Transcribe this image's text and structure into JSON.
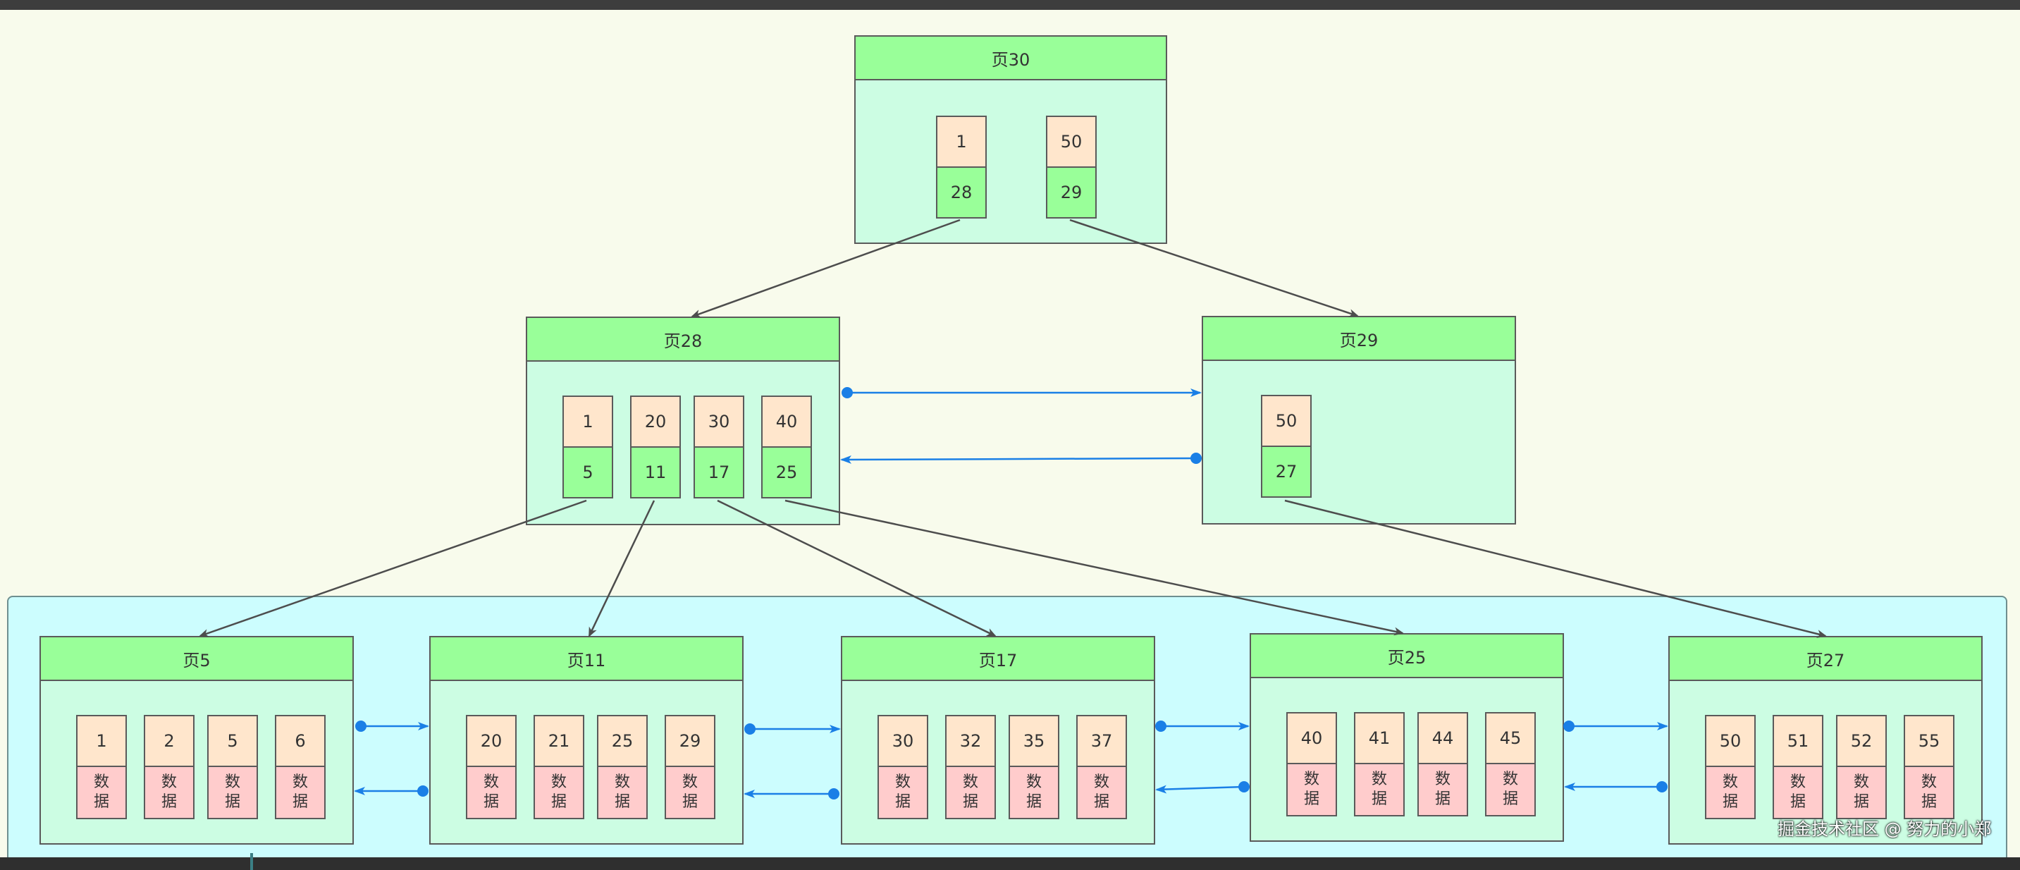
{
  "pages": {
    "p30": {
      "title": "页30",
      "entries": [
        {
          "key": "1",
          "ptr": "28"
        },
        {
          "key": "50",
          "ptr": "29"
        }
      ]
    },
    "p28": {
      "title": "页28",
      "entries": [
        {
          "key": "1",
          "ptr": "5"
        },
        {
          "key": "20",
          "ptr": "11"
        },
        {
          "key": "30",
          "ptr": "17"
        },
        {
          "key": "40",
          "ptr": "25"
        }
      ]
    },
    "p29": {
      "title": "页29",
      "entries": [
        {
          "key": "50",
          "ptr": "27"
        }
      ]
    },
    "p5": {
      "title": "页5",
      "records": [
        {
          "key": "1",
          "data": "数据"
        },
        {
          "key": "2",
          "data": "数据"
        },
        {
          "key": "5",
          "data": "数据"
        },
        {
          "key": "6",
          "data": "数据"
        }
      ]
    },
    "p11": {
      "title": "页11",
      "records": [
        {
          "key": "20",
          "data": "数据"
        },
        {
          "key": "21",
          "data": "数据"
        },
        {
          "key": "25",
          "data": "数据"
        },
        {
          "key": "29",
          "data": "数据"
        }
      ]
    },
    "p17": {
      "title": "页17",
      "records": [
        {
          "key": "30",
          "data": "数据"
        },
        {
          "key": "32",
          "data": "数据"
        },
        {
          "key": "35",
          "data": "数据"
        },
        {
          "key": "37",
          "data": "数据"
        }
      ]
    },
    "p25": {
      "title": "页25",
      "records": [
        {
          "key": "40",
          "data": "数据"
        },
        {
          "key": "41",
          "data": "数据"
        },
        {
          "key": "44",
          "data": "数据"
        },
        {
          "key": "45",
          "data": "数据"
        }
      ]
    },
    "p27": {
      "title": "页27",
      "records": [
        {
          "key": "50",
          "data": "数据"
        },
        {
          "key": "51",
          "data": "数据"
        },
        {
          "key": "52",
          "data": "数据"
        },
        {
          "key": "55",
          "data": "数据"
        }
      ]
    }
  },
  "watermark": "掘金技术社区 @ 努力的小郑",
  "colors": {
    "background": "#f8fbec",
    "page_body": "#ccfde3",
    "page_header": "#99ff99",
    "key_cell": "#ffe6cc",
    "pointer_cell": "#99ff99",
    "data_cell": "#ffcccc",
    "leaf_region": "#ccfdfe",
    "sibling_arrow": "#1a7fe6",
    "tree_arrow": "#4d4d4d"
  }
}
